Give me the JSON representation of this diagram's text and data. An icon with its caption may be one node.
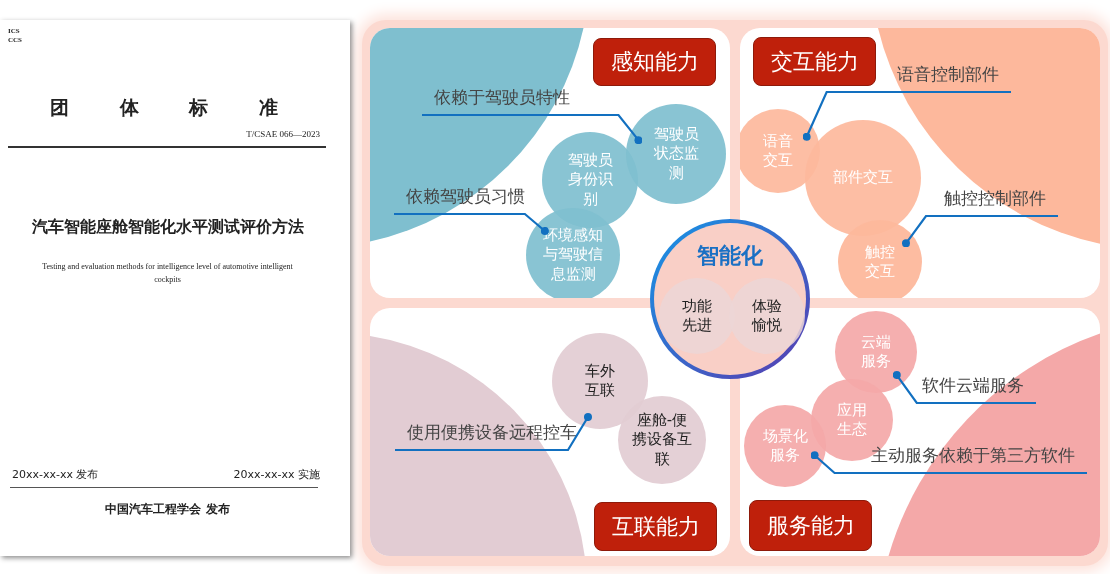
{
  "diagram": {
    "nodes": [
      {
        "text": [
          "ICS",
          "CCS",
          "团 体 标 准",
          "T/CSAE 066—2023",
          "汽车智能座舱智能化水平测试评价方法",
          "Testing and evaluation methods for intelligence level of automotive intelligent cockpits",
          "20xx-xx-xx 发布",
          "20xx-xx-xx 实施",
          "中国汽车工程学会 发布"
        ]
      },
      {
        "text": [],
        "shape": "box"
      },
      {
        "text": [
          "感知能力"
        ],
        "in": 1
      },
      {
        "text": [
          "依赖于驾驶员特性"
        ],
        "in": 1
      },
      {
        "text": [
          "驾驶员身份识别"
        ],
        "in": 1
      },
      {
        "text": [
          "驾驶员状态监测"
        ],
        "in": 1
      },
      {
        "text": [
          "依赖驾驶员习惯"
        ],
        "in": 1
      },
      {
        "text": [
          "环境感知与驾驶信息监测"
        ],
        "in": 1
      },
      {
        "text": [],
        "shape": "box"
      },
      {
        "text": [
          "交互能力"
        ],
        "in": 8
      },
      {
        "text": [
          "语音控制部件"
        ],
        "in": 8
      },
      {
        "text": [
          "语音交互"
        ],
        "in": 8
      },
      {
        "text": [
          "部件交互"
        ],
        "in": 8
      },
      {
        "text": [
          "触控控制部件"
        ],
        "in": 8
      },
      {
        "text": [
          "触控交互"
        ],
        "in": 8
      },
      {
        "text": [],
        "shape": "box"
      },
      {
        "text": [
          "车外互联"
        ],
        "in": 15
      },
      {
        "text": [
          "使用便携设备远程控车"
        ],
        "in": 15
      },
      {
        "text": [
          "座舱-便携设备互联"
        ],
        "in": 15
      },
      {
        "text": [
          "互联能力"
        ],
        "in": 15
      },
      {
        "text": [],
        "shape": "box"
      },
      {
        "text": [
          "云端服务"
        ],
        "in": 20
      },
      {
        "text": [
          "软件云端服务"
        ],
        "in": 20
      },
      {
        "text": [
          "应用生态"
        ],
        "in": 20
      },
      {
        "text": [
          "场景化服务"
        ],
        "in": 20
      },
      {
        "text": [
          "主动服务依赖于第三方软件"
        ],
        "in": 20
      },
      {
        "text": [
          "服务能力"
        ],
        "in": 20
      },
      {
        "text": [
          "智能化"
        ]
      },
      {
        "text": [
          "功能先进"
        ],
        "in": 27
      },
      {
        "text": [
          "体验愉悦"
        ],
        "in": 27
      }
    ],
    "edges": [
      {
        "from": 3,
        "to": 5,
        "arrow": "other"
      },
      {
        "from": 6,
        "to": 7,
        "arrow": "other"
      },
      {
        "from": 10,
        "to": 11,
        "arrow": "other"
      },
      {
        "from": 13,
        "to": 14,
        "arrow": "other"
      },
      {
        "from": 17,
        "to": 16,
        "arrow": "other"
      },
      {
        "from": 22,
        "to": 21,
        "arrow": "other"
      },
      {
        "from": 25,
        "to": 24,
        "arrow": "other"
      }
    ]
  }
}
